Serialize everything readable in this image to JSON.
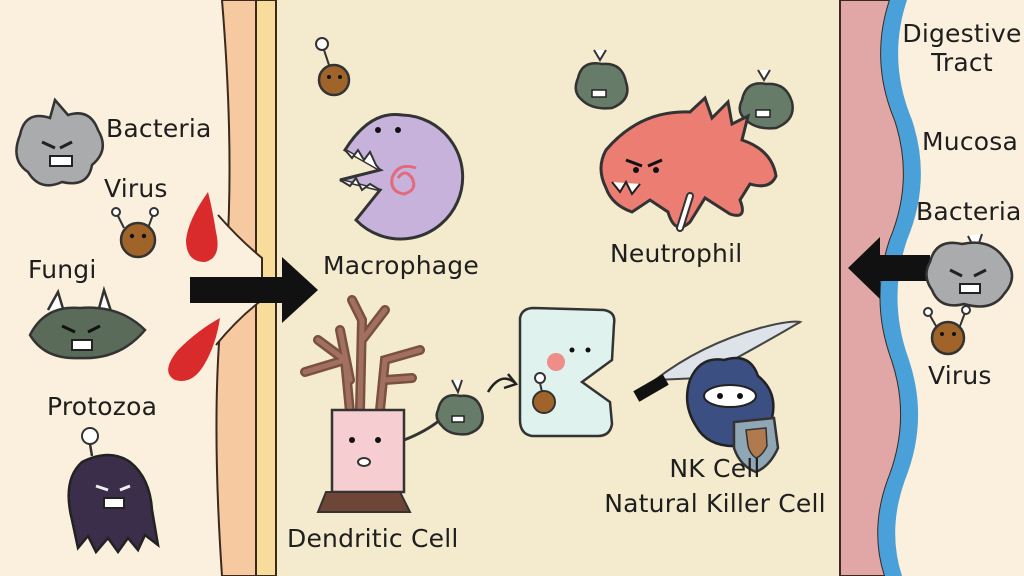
{
  "outside": {
    "bacteria": "Bacteria",
    "virus": "Virus",
    "fungi": "Fungi",
    "protozoa": "Protozoa"
  },
  "immune_cells": {
    "macrophage": "Macrophage",
    "neutrophil": "Neutrophil",
    "dendritic": "Dendritic Cell",
    "nk_line1": "NK Cell",
    "nk_line2": "Natural Killer Cell"
  },
  "digestive": {
    "title_line1": "Digestive",
    "title_line2": "Tract",
    "mucosa": "Mucosa",
    "bacteria": "Bacteria",
    "virus": "Virus"
  },
  "colors": {
    "background": "#fbf0dd",
    "skin_layer": "#f6c9a0",
    "membrane": "#f8dc9a",
    "tissue": "#f4eacd",
    "mucosa": "#e0a7a6",
    "lumen": "#4aa0d8",
    "blood": "#d92b2b",
    "macrophage": "#c7b2dc",
    "neutrophil": "#ec7d73",
    "nk_cell": "#3b4f82",
    "arrow": "#111111"
  }
}
